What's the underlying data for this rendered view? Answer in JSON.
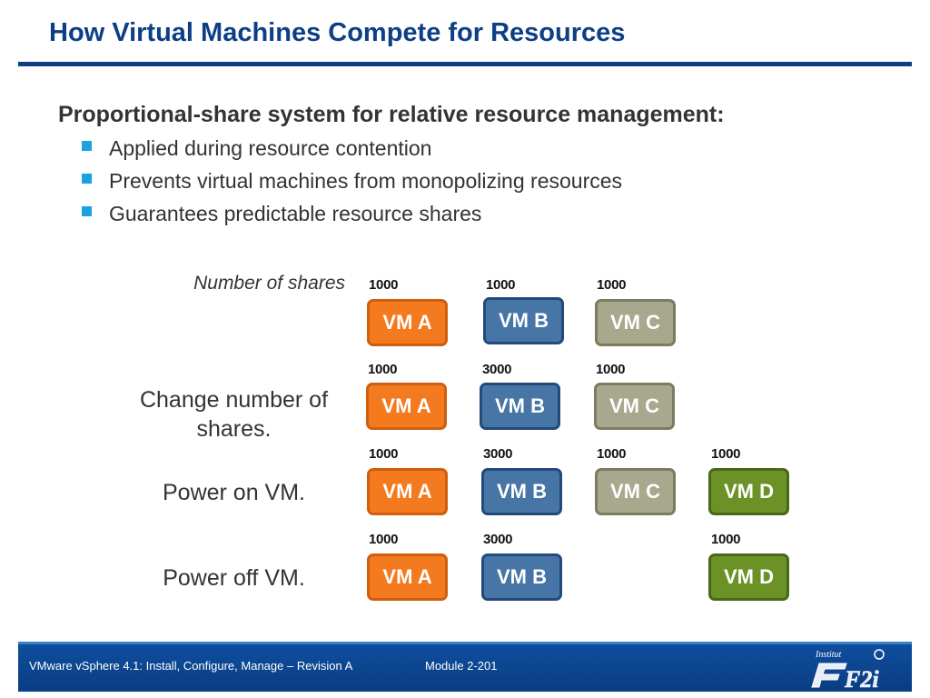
{
  "slide": {
    "title": "How Virtual Machines Compete for Resources",
    "subtitle": "Proportional-share system for relative resource management:",
    "bullets": [
      "Applied during resource contention",
      "Prevents virtual machines from monopolizing resources",
      "Guarantees predictable resource shares"
    ]
  },
  "rows": [
    {
      "label": "Number of shares",
      "vms": [
        {
          "name": "VM A",
          "shares": "1000",
          "color": "#f47a1f"
        },
        {
          "name": "VM B",
          "shares": "1000",
          "color": "#4775a6"
        },
        {
          "name": "VM C",
          "shares": "1000",
          "color": "#a7a88d"
        }
      ]
    },
    {
      "label_line1": "Change number of",
      "label_line2": "shares.",
      "vms": [
        {
          "name": "VM A",
          "shares": "1000",
          "color": "#f47a1f"
        },
        {
          "name": "VM B",
          "shares": "3000",
          "color": "#4775a6"
        },
        {
          "name": "VM C",
          "shares": "1000",
          "color": "#a7a88d"
        }
      ]
    },
    {
      "label": "Power on VM.",
      "vms": [
        {
          "name": "VM A",
          "shares": "1000",
          "color": "#f47a1f"
        },
        {
          "name": "VM B",
          "shares": "3000",
          "color": "#4775a6"
        },
        {
          "name": "VM C",
          "shares": "1000",
          "color": "#a7a88d"
        },
        {
          "name": "VM D",
          "shares": "1000",
          "color": "#6c9126"
        }
      ]
    },
    {
      "label": "Power off VM.",
      "vms": [
        {
          "name": "VM A",
          "shares": "1000",
          "color": "#f47a1f"
        },
        {
          "name": "VM B",
          "shares": "3000",
          "color": "#4775a6"
        },
        {
          "name": "VM D",
          "shares": "1000",
          "color": "#6c9126"
        }
      ]
    }
  ],
  "footer": {
    "course": "VMware vSphere 4.1: Install, Configure, Manage – Revision A",
    "module": "Module 2-201"
  },
  "colors": {
    "title": "#0d3f86",
    "bullet": "#1aa1e0",
    "footer": "#0a3d82"
  },
  "logo": {
    "icon": "f2i-logo-icon",
    "small_text": "Institut",
    "mark": "F2i"
  }
}
